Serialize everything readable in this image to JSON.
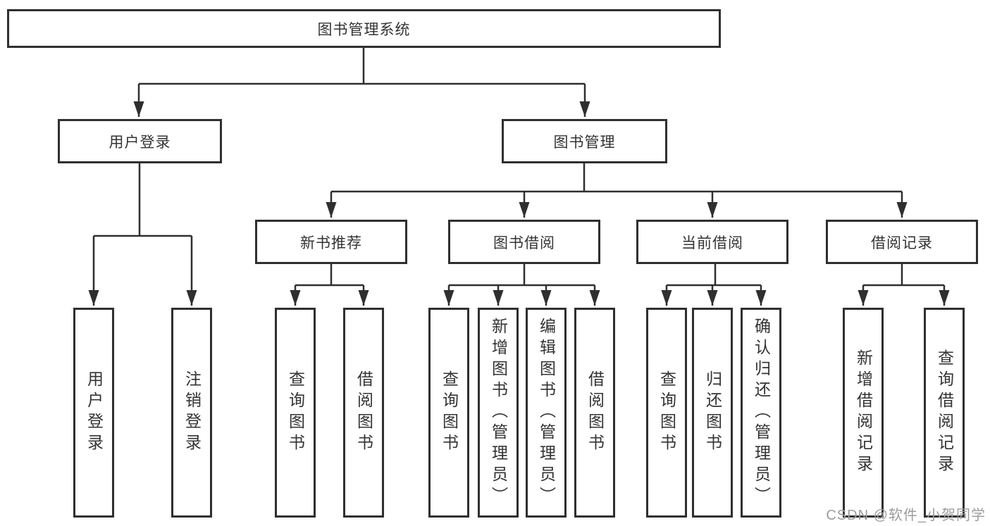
{
  "diagram": {
    "root": {
      "label": "图书管理系统"
    },
    "level2": [
      {
        "label": "用户登录"
      },
      {
        "label": "图书管理"
      }
    ],
    "level3": [
      {
        "label": "新书推荐"
      },
      {
        "label": "图书借阅"
      },
      {
        "label": "当前借阅"
      },
      {
        "label": "借阅记录"
      }
    ],
    "leaves": {
      "user_login": [
        {
          "label": "用户登录"
        },
        {
          "label": "注销登录"
        }
      ],
      "new_book": [
        {
          "label": "查询图书"
        },
        {
          "label": "借阅图书"
        }
      ],
      "borrow": [
        {
          "label": "查询图书"
        },
        {
          "label": "新增图书（管理员）"
        },
        {
          "label": "编辑图书（管理员）"
        },
        {
          "label": "借阅图书"
        }
      ],
      "current": [
        {
          "label": "查询图书"
        },
        {
          "label": "归还图书"
        },
        {
          "label": "确认归还（管理员）"
        }
      ],
      "records": [
        {
          "label": "新增借阅记录"
        },
        {
          "label": "查询借阅记录"
        }
      ]
    },
    "watermark": "CSDN @软件_小贺同学",
    "colors": {
      "line": "#2f2f2f",
      "text": "#333333",
      "watermark": "#9c9c9c",
      "background": "#ffffff"
    }
  }
}
